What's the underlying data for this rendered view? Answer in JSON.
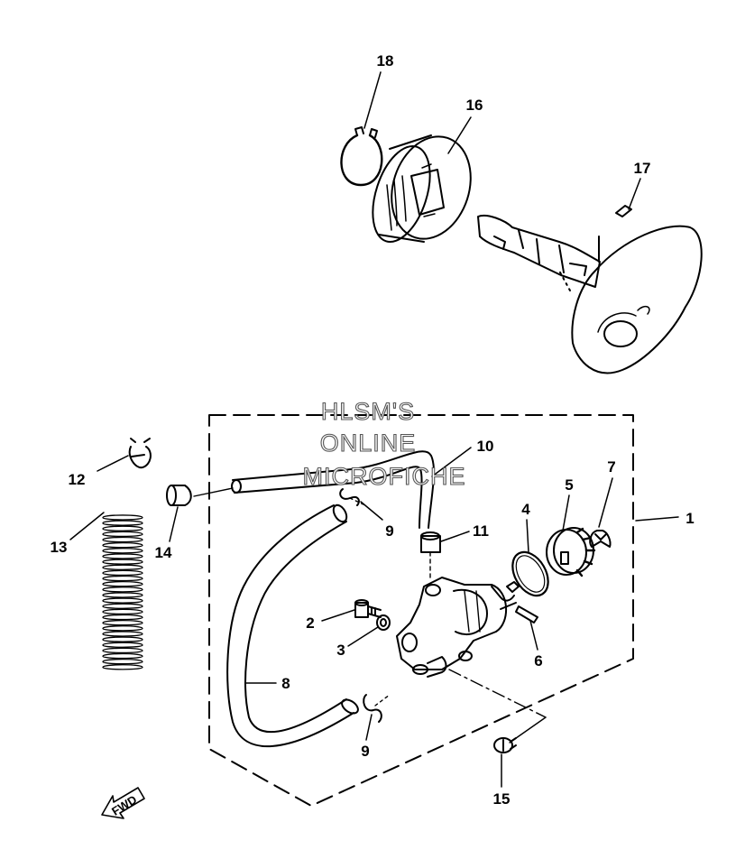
{
  "watermark": {
    "line1": "HLSM'S",
    "line2": "ONLINE",
    "line3": "MICROFICHE"
  },
  "fwd_label": "FWD",
  "callouts": [
    {
      "id": "18",
      "label": "18"
    },
    {
      "id": "16",
      "label": "16"
    },
    {
      "id": "17",
      "label": "17"
    },
    {
      "id": "12",
      "label": "12"
    },
    {
      "id": "10",
      "label": "10"
    },
    {
      "id": "7",
      "label": "7"
    },
    {
      "id": "5",
      "label": "5"
    },
    {
      "id": "1",
      "label": "1"
    },
    {
      "id": "4",
      "label": "4"
    },
    {
      "id": "13",
      "label": "13"
    },
    {
      "id": "14",
      "label": "14"
    },
    {
      "id": "9a",
      "label": "9"
    },
    {
      "id": "11",
      "label": "11"
    },
    {
      "id": "2",
      "label": "2"
    },
    {
      "id": "3",
      "label": "3"
    },
    {
      "id": "6",
      "label": "6"
    },
    {
      "id": "8",
      "label": "8"
    },
    {
      "id": "9b",
      "label": "9"
    },
    {
      "id": "15",
      "label": "15"
    }
  ]
}
